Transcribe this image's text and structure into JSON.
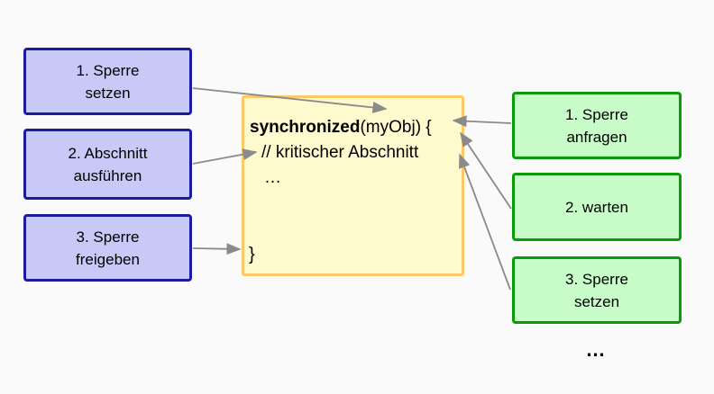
{
  "colors": {
    "background": "#fafafa",
    "blue_box_fill": "#c9c9f8",
    "blue_box_border": "#1b1b9e",
    "green_box_fill": "#c8fcc8",
    "green_box_border": "#0a9a0a",
    "code_box_fill": "#fffacd",
    "code_box_border": "#fbc966",
    "arrow": "#8a8a8a",
    "text": "#000000"
  },
  "left_steps": [
    "1. Sperre\nsetzen",
    "2. Abschnitt\nausführen",
    "3. Sperre\nfreigeben"
  ],
  "right_steps": [
    "1. Sperre\nanfragen",
    "2. warten",
    "3. Sperre\nsetzen"
  ],
  "code": {
    "keyword": "synchronized",
    "signature_rest": "(myObj) {",
    "comment": "// kritischer Abschnitt",
    "body_ellipsis": "…",
    "closing_brace": "}"
  },
  "more_ellipsis": "…"
}
